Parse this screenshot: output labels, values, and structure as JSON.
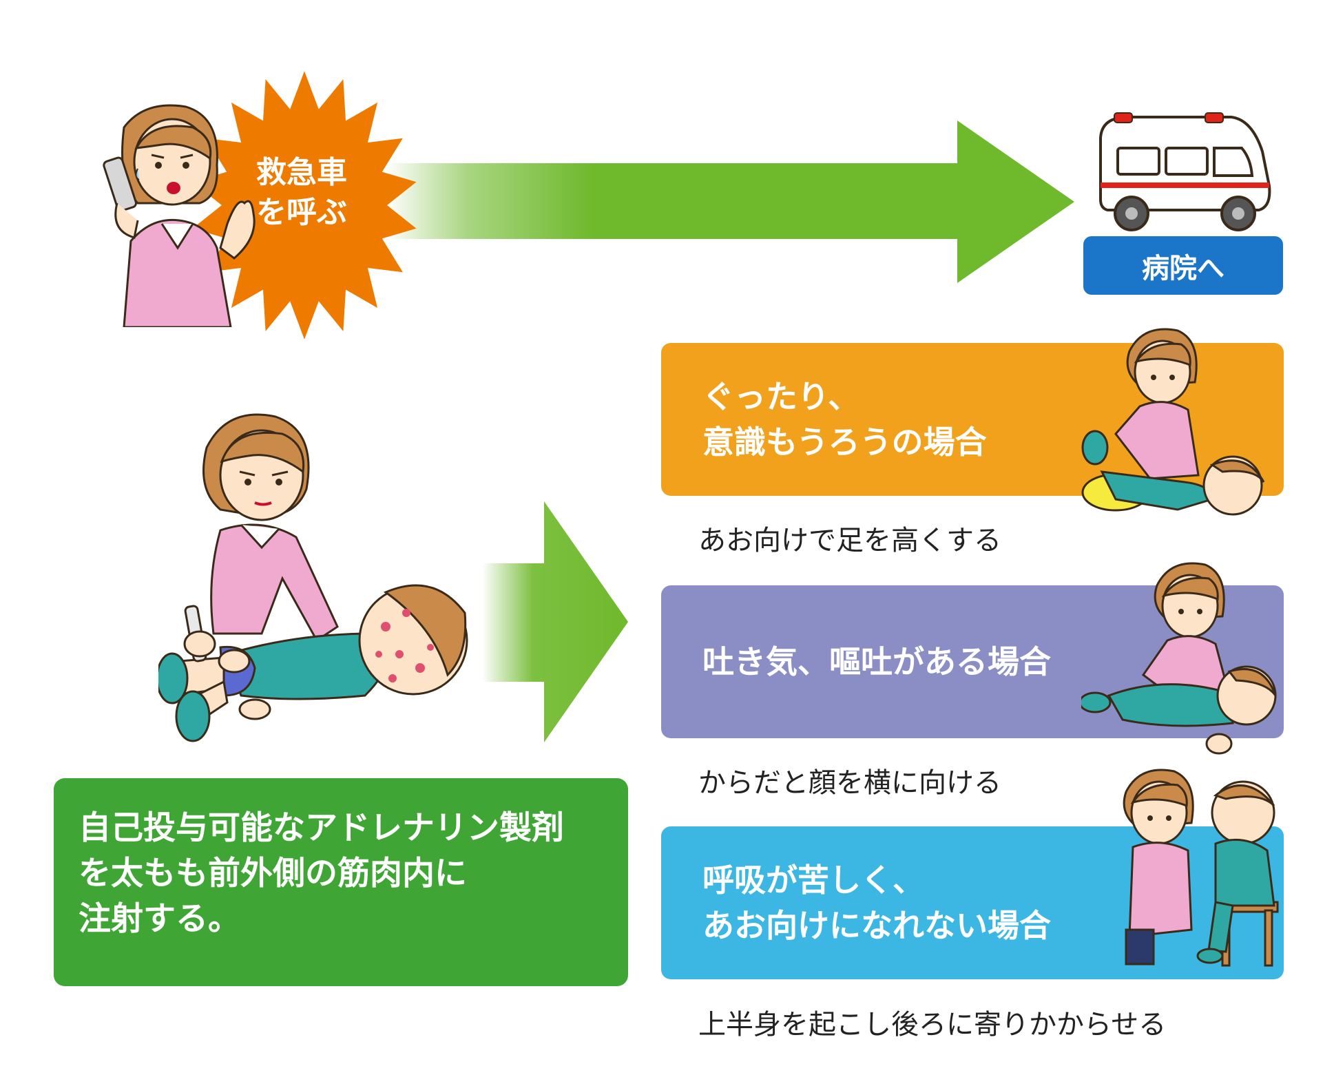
{
  "call_ambulance": {
    "line1": "救急車",
    "line2": "を呼ぶ"
  },
  "to_hospital": "病院へ",
  "injection": {
    "line1": "自己投与可能なアドレナリン製剤",
    "line2": "を太もも前外側の筋肉内に",
    "line3": "注射する。"
  },
  "cases": [
    {
      "title_lines": [
        "ぐったり、",
        "意識もうろうの場合"
      ],
      "instruction": "あお向けで足を高くする",
      "color": "#f2a11d"
    },
    {
      "title_lines": [
        "吐き気、嘔吐がある場合"
      ],
      "instruction": "からだと顔を横に向ける",
      "color": "#8a8ec5"
    },
    {
      "title_lines": [
        "呼吸が苦しく、",
        "あお向けになれない場合"
      ],
      "instruction": "上半身を起こし後ろに寄りかからせる",
      "color": "#3cb6e3"
    }
  ],
  "colors": {
    "burst": "#ee7a00",
    "arrow_green": "#6fb92c",
    "hospital_label": "#1b76c9",
    "instruction_green": "#3fa535",
    "shirt_pink": "#f0a9cf",
    "child_teal": "#2fa7a2"
  }
}
